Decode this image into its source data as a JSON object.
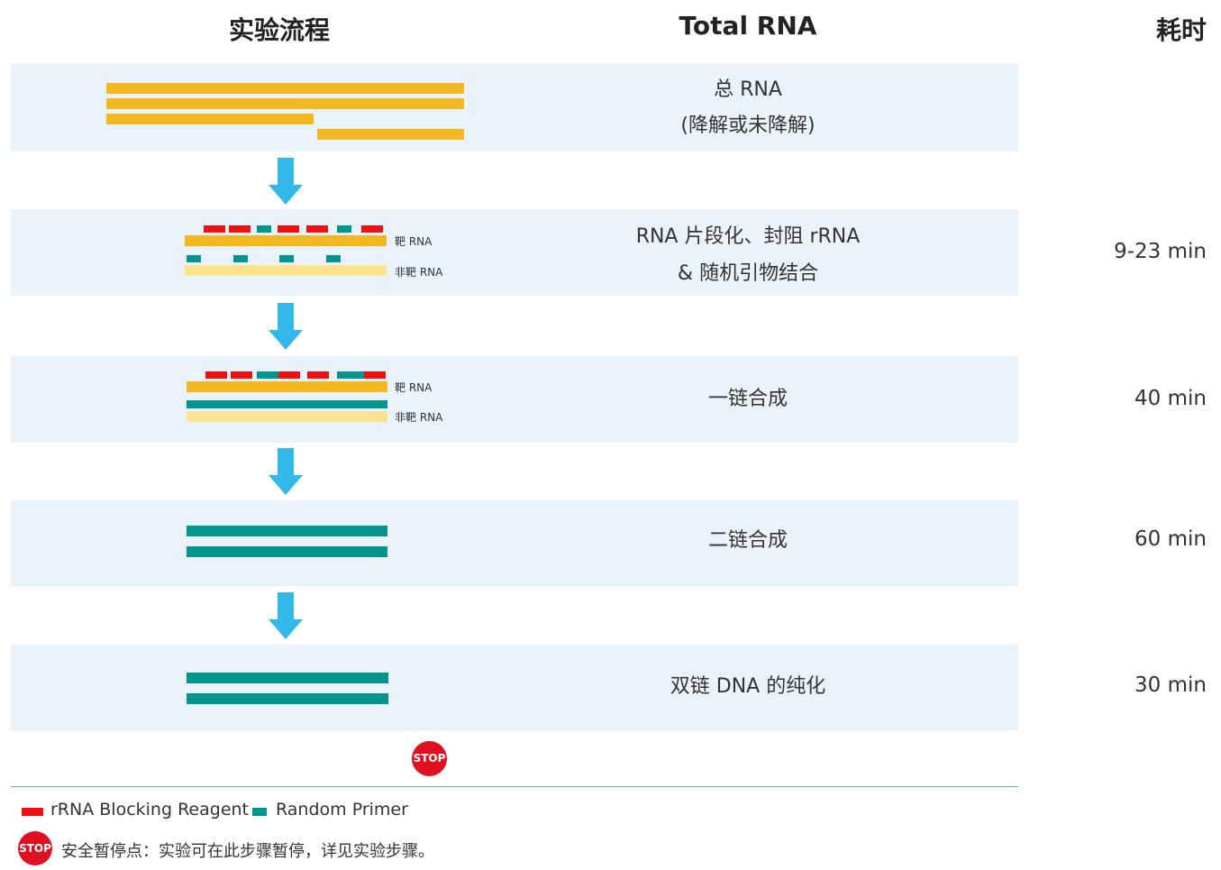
{
  "headers": {
    "process": "实验流程",
    "total_rna": "Total RNA",
    "time": "耗时"
  },
  "steps": [
    {
      "line1": "总 RNA",
      "line2": "(降解或未降解)",
      "time": ""
    },
    {
      "line1": "RNA 片段化、封阻 rRNA",
      "line2": "& 随机引物结合",
      "time": "9-23 min"
    },
    {
      "line1": "一链合成",
      "line2": "",
      "time": "40 min"
    },
    {
      "line1": "二链合成",
      "line2": "",
      "time": "60 min"
    },
    {
      "line1": "双链 DNA 的纯化",
      "line2": "",
      "time": "30 min"
    }
  ],
  "strand_labels": {
    "target": "靶 RNA",
    "non_target": "非靶 RNA"
  },
  "stop_text": "STOP",
  "legend": {
    "blocking": "rRNA Blocking Reagent",
    "primer": "Random Primer",
    "stop_note": "安全暂停点：实验可在此步骤暂停，详见实验步骤。"
  },
  "colors": {
    "band_bg": "#eaf3fa",
    "rna_gold": "#f3b820",
    "rna_pale": "#fde290",
    "primer_teal": "#00968f",
    "blocking_red": "#ee1111",
    "arrow_blue": "#33b8ea",
    "stop_red": "#e01020"
  },
  "icons": [
    "down-arrow-icon",
    "stop-sign-icon"
  ]
}
